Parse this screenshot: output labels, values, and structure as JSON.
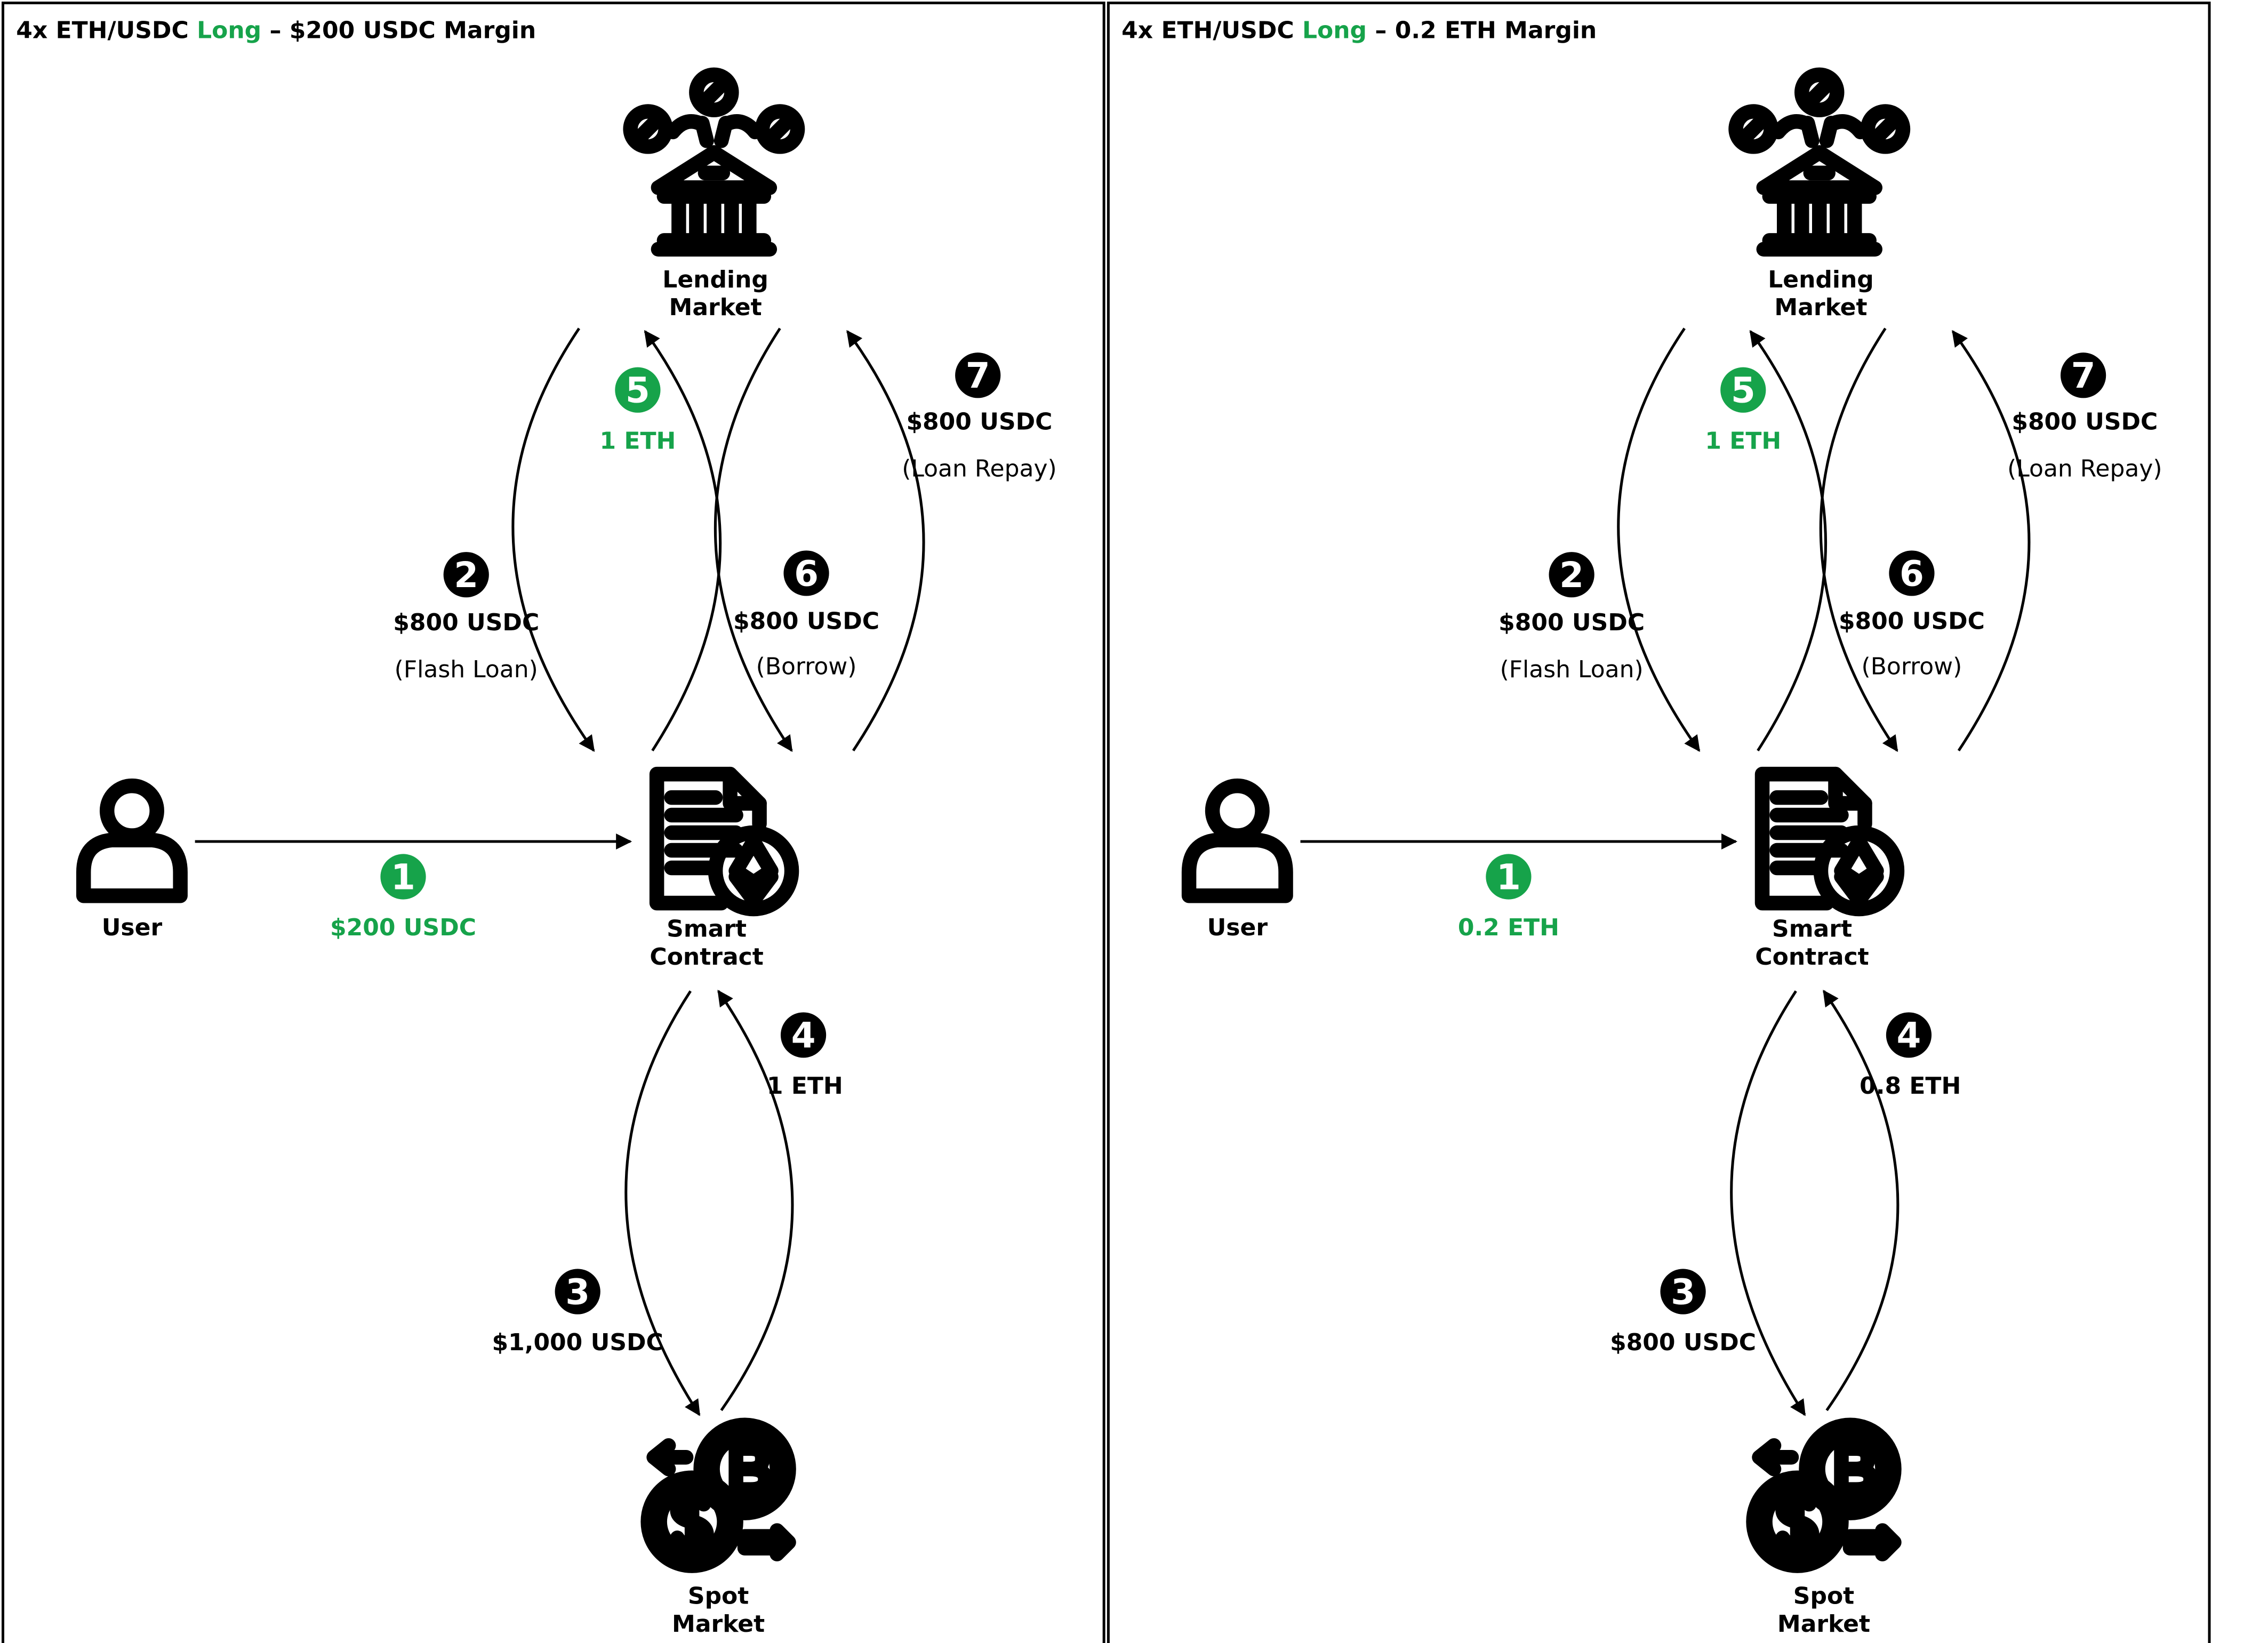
{
  "colors": {
    "accent_green": "#16a34a",
    "badge_black": "#000000",
    "border": "#000000"
  },
  "panels": [
    {
      "title_prefix": "4x ETH/USDC ",
      "title_highlight": "Long",
      "title_suffix": " – $200 USDC Margin",
      "nodes": {
        "lending_market": [
          "Lending",
          "Market"
        ],
        "user": "User",
        "smart_contract": [
          "Smart",
          "Contract"
        ],
        "spot_market": [
          "Spot",
          "Market"
        ]
      },
      "steps": [
        {
          "num": "1",
          "amount": "$200 USDC",
          "note": "",
          "highlight": true
        },
        {
          "num": "2",
          "amount": "$800 USDC",
          "note": "(Flash Loan)",
          "highlight": false
        },
        {
          "num": "3",
          "amount": "$1,000 USDC",
          "note": "",
          "highlight": false
        },
        {
          "num": "4",
          "amount": "1 ETH",
          "note": "",
          "highlight": false
        },
        {
          "num": "5",
          "amount": "1 ETH",
          "note": "",
          "highlight": true
        },
        {
          "num": "6",
          "amount": "$800 USDC",
          "note": "(Borrow)",
          "highlight": false
        },
        {
          "num": "7",
          "amount": "$800 USDC",
          "note": "(Loan Repay)",
          "highlight": false
        }
      ]
    },
    {
      "title_prefix": "4x ETH/USDC ",
      "title_highlight": "Long",
      "title_suffix": " – 0.2 ETH Margin",
      "nodes": {
        "lending_market": [
          "Lending",
          "Market"
        ],
        "user": "User",
        "smart_contract": [
          "Smart",
          "Contract"
        ],
        "spot_market": [
          "Spot",
          "Market"
        ]
      },
      "steps": [
        {
          "num": "1",
          "amount": "0.2 ETH",
          "note": "",
          "highlight": true
        },
        {
          "num": "2",
          "amount": "$800 USDC",
          "note": "(Flash Loan)",
          "highlight": false
        },
        {
          "num": "3",
          "amount": "$800 USDC",
          "note": "",
          "highlight": false
        },
        {
          "num": "4",
          "amount": "0.8 ETH",
          "note": "",
          "highlight": false
        },
        {
          "num": "5",
          "amount": "1 ETH",
          "note": "",
          "highlight": true
        },
        {
          "num": "6",
          "amount": "$800 USDC",
          "note": "(Borrow)",
          "highlight": false
        },
        {
          "num": "7",
          "amount": "$800 USDC",
          "note": "(Loan Repay)",
          "highlight": false
        }
      ]
    }
  ]
}
